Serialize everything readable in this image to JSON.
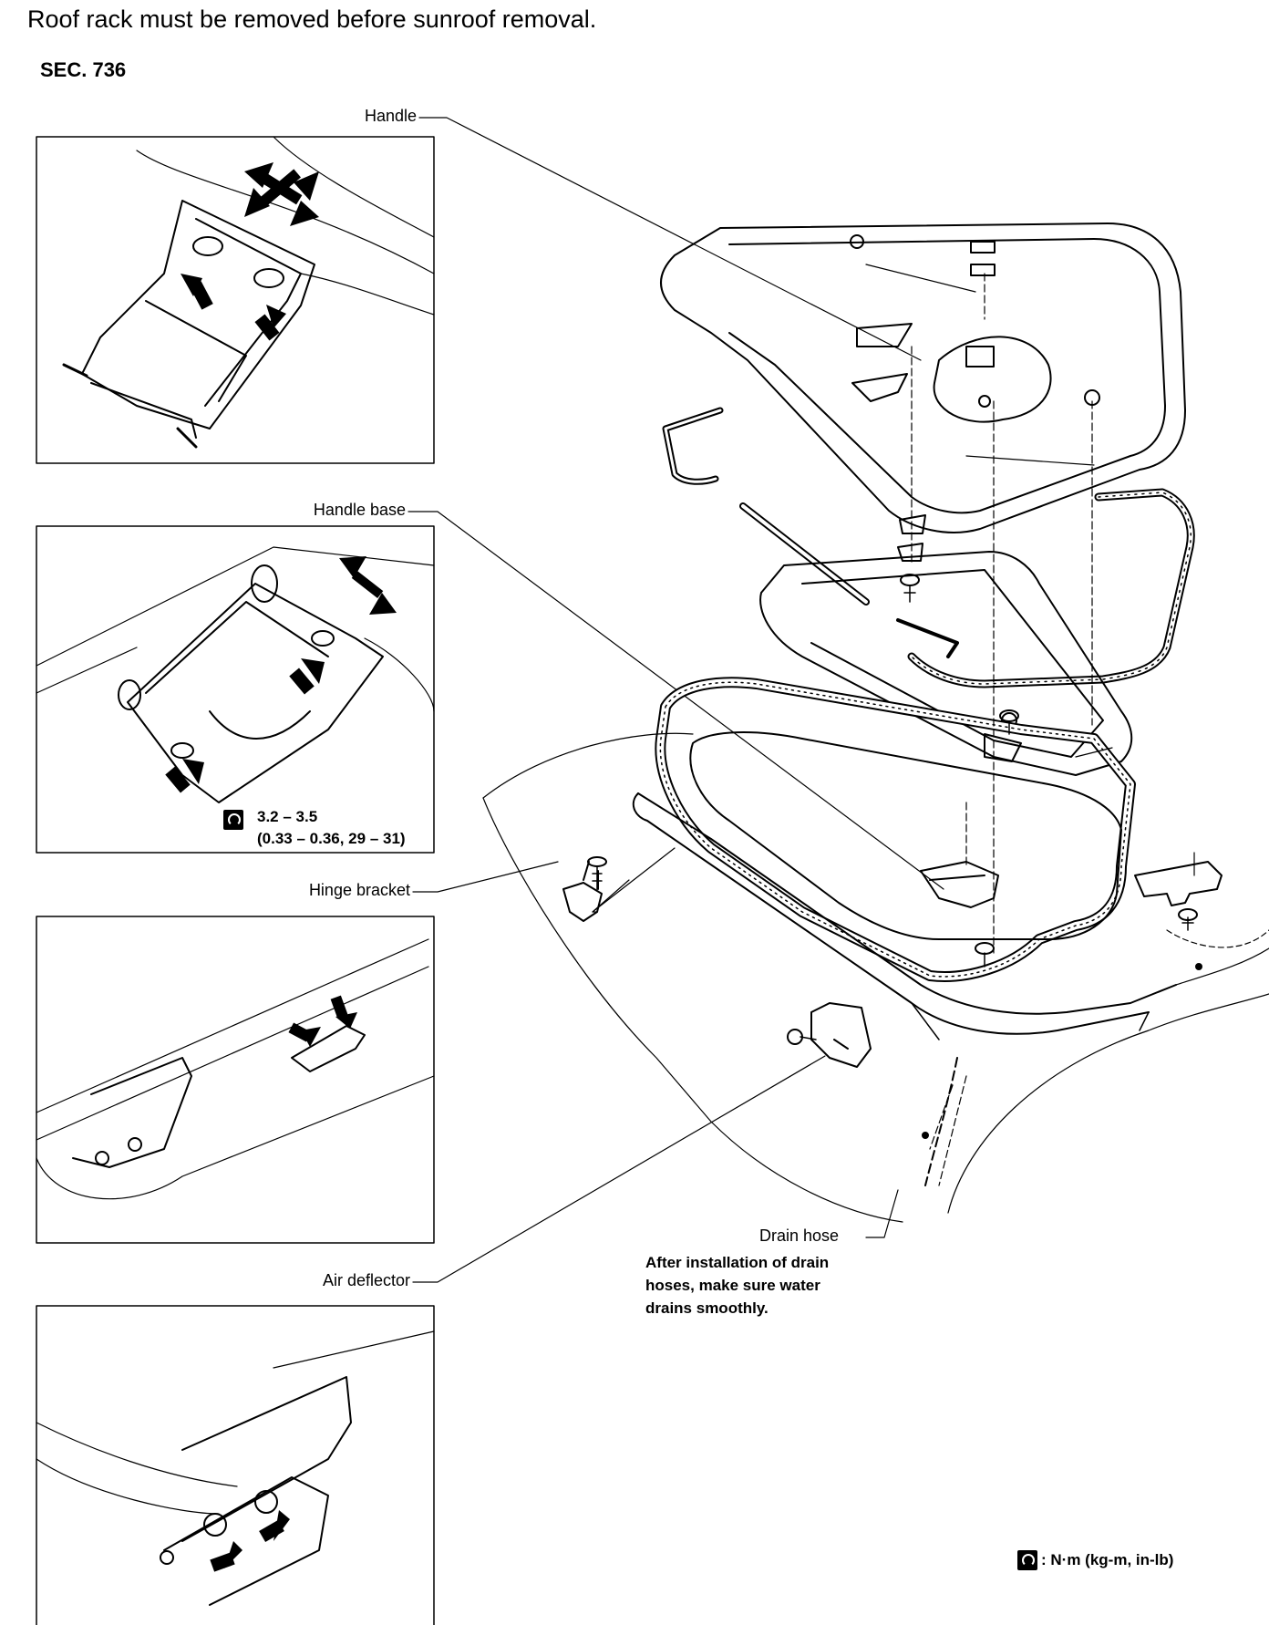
{
  "header": {
    "note": "Roof rack must be removed before sunroof removal.",
    "section": "SEC. 736"
  },
  "callouts": {
    "handle": "Handle",
    "handle_base": "Handle base",
    "hinge_bracket": "Hinge bracket",
    "air_deflector": "Air deflector",
    "drain_hose": "Drain hose"
  },
  "torque": {
    "range": "3.2 – 3.5",
    "alt_units": "(0.33 – 0.36, 29 – 31)"
  },
  "drain_note": {
    "line1": "After installation of drain",
    "line2": "hoses, make sure water",
    "line3": "drains smoothly."
  },
  "legend": {
    "units": ": N·m (kg-m, in-lb)"
  }
}
